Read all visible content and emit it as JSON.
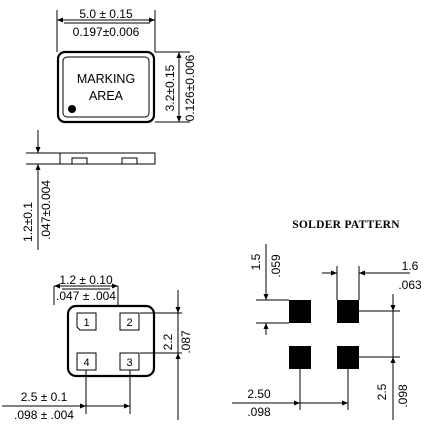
{
  "top_view": {
    "width_mm": "5.0 ± 0.15",
    "width_in": "0.197±0.006",
    "height_mm": "3.2±0.15",
    "height_in": "0.126±0.006",
    "marking_line1": "MARKING",
    "marking_line2": "AREA"
  },
  "side_view": {
    "thickness_mm": "1.2±0.1",
    "thickness_in": ".047±0.004"
  },
  "bottom_view": {
    "pad_width_mm": "1.2 ± 0.10",
    "pad_width_in": ".047 ± .004",
    "pad_pitch_v_mm": "2.2",
    "pad_pitch_v_in": ".087",
    "pad_pitch_h_mm": "2.5 ± 0.1",
    "pad_pitch_h_in": ".098 ± .004",
    "pads": [
      "1",
      "2",
      "4",
      "3"
    ]
  },
  "solder_pattern": {
    "title": "SOLDER PATTERN",
    "pad_h_mm": "1.5",
    "pad_h_in": ".059",
    "pad_w_mm": "1.6",
    "pad_w_in": ".063",
    "pitch_h_mm": "2.50",
    "pitch_h_in": ".098",
    "pitch_v_mm": "2.5",
    "pitch_v_in": ".098"
  }
}
